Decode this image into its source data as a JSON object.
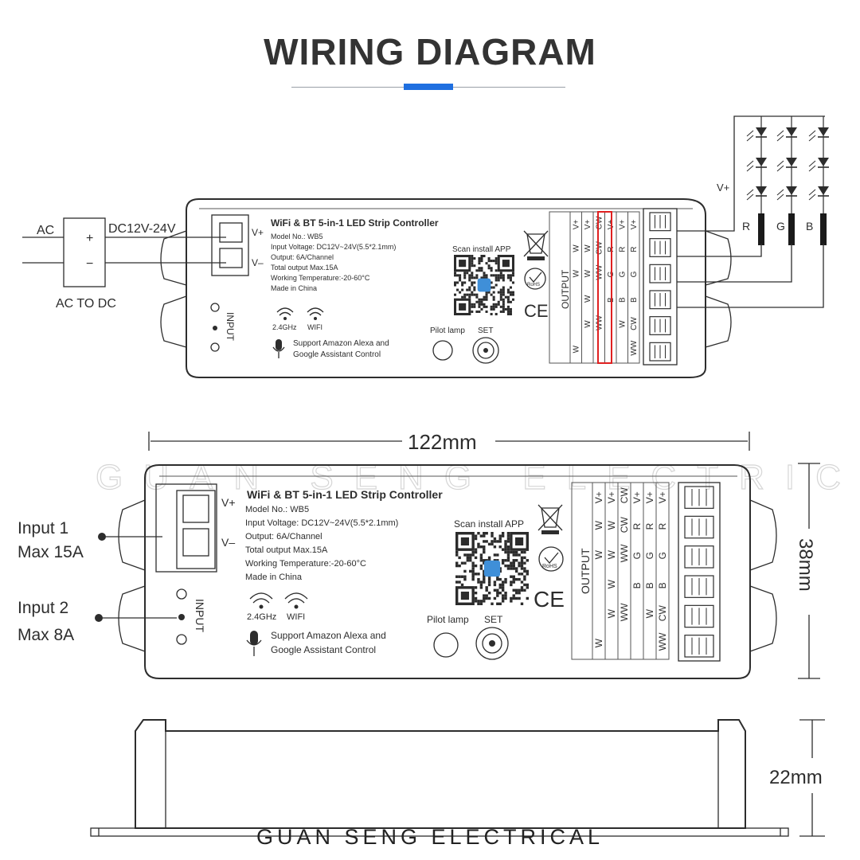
{
  "title": "WIRING DIAGRAM",
  "footer_brand": "GUAN SENG ELECTRICAL",
  "watermark": "GUAN SENG ELECTRICAL",
  "colors": {
    "accent": "#1f6fe0",
    "highlight": "#e02020",
    "qr_center": "#3f8fd8"
  },
  "wiring": {
    "ac": "AC",
    "dc_range": "DC12V-24V",
    "plus": "+",
    "minus": "−",
    "converter": "AC TO DC",
    "vplus": "V+",
    "vminus": "V–",
    "strip_vplus": "V+",
    "channels": [
      "R",
      "G",
      "B"
    ]
  },
  "controller": {
    "name": "WiFi & BT 5-in-1 LED Strip Controller",
    "specs": [
      "Model No.: WB5",
      "Input Voltage: DC12V~24V(5.5*2.1mm)",
      "Output: 6A/Channel",
      "Total output Max.15A",
      "Working Temperature:-20-60°C",
      "Made in China"
    ],
    "scan": "Scan install APP",
    "wifi_labels": [
      "2.4GHz",
      "WIFI"
    ],
    "voice": [
      "Support Amazon Alexa and",
      "Google Assistant Control"
    ],
    "pilot": "Pilot lamp",
    "set": "SET",
    "input": "INPUT",
    "output": "OUTPUT",
    "rohs": "RoHS",
    "ce": "CE",
    "terminal_plus": "V+",
    "terminal_minus": "V–",
    "output_columns": [
      [
        "V+",
        "W",
        "W",
        "",
        "",
        "W"
      ],
      [
        "V+",
        "W",
        "W",
        "W",
        "W",
        ""
      ],
      [
        "CW",
        "CW",
        "WW",
        "",
        "WW",
        ""
      ],
      [
        "V+",
        "R",
        "G",
        "B",
        "",
        ""
      ],
      [
        "V+",
        "R",
        "G",
        "B",
        "W",
        ""
      ],
      [
        "V+",
        "R",
        "G",
        "B",
        "CW",
        "WW"
      ]
    ]
  },
  "dimensions": {
    "inputs": [
      {
        "label": "Input 1",
        "max": "Max 15A"
      },
      {
        "label": "Input 2",
        "max": "Max 8A"
      }
    ],
    "width": "122mm",
    "height": "38mm",
    "depth": "22mm"
  }
}
